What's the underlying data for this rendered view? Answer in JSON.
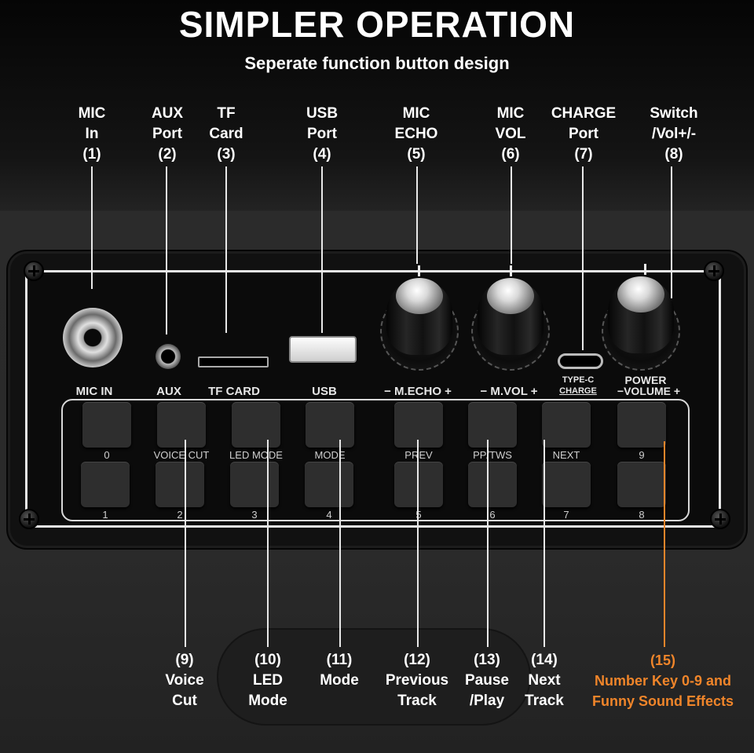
{
  "header": {
    "title": "SIMPLER OPERATION",
    "subtitle": "Seperate function button design"
  },
  "top_labels": [
    {
      "line1": "MIC",
      "line2": "In",
      "num": "(1)"
    },
    {
      "line1": "AUX",
      "line2": "Port",
      "num": "(2)"
    },
    {
      "line1": "TF",
      "line2": "Card",
      "num": "(3)"
    },
    {
      "line1": "USB",
      "line2": "Port",
      "num": "(4)"
    },
    {
      "line1": "MIC",
      "line2": "ECHO",
      "num": "(5)"
    },
    {
      "line1": "MIC",
      "line2": "VOL",
      "num": "(6)"
    },
    {
      "line1": "CHARGE",
      "line2": "Port",
      "num": "(7)"
    },
    {
      "line1": "Switch",
      "line2": "/Vol+/-",
      "num": "(8)"
    }
  ],
  "panel_labels": {
    "mic_in": "MIC IN",
    "aux": "AUX",
    "tf_card": "TF CARD",
    "usb": "USB",
    "m_echo": "− M.ECHO +",
    "m_vol": "− M.VOL +",
    "type_c": "TYPE-C",
    "charge": "CHARGE",
    "power": "POWER",
    "volume": "−VOLUME +"
  },
  "keys_top": [
    {
      "label": "0"
    },
    {
      "label": "VOICE CUT"
    },
    {
      "label": "LED MODE"
    },
    {
      "label": "MODE"
    },
    {
      "label": "PREV"
    },
    {
      "label": "PP/TWS"
    },
    {
      "label": "NEXT"
    },
    {
      "label": "9"
    }
  ],
  "keys_bottom": [
    {
      "label": "1"
    },
    {
      "label": "2"
    },
    {
      "label": "3"
    },
    {
      "label": "4"
    },
    {
      "label": "5"
    },
    {
      "label": "6"
    },
    {
      "label": "7"
    },
    {
      "label": "8"
    }
  ],
  "bottom_labels": [
    {
      "num": "(9)",
      "line1": "Voice",
      "line2": "Cut"
    },
    {
      "num": "(10)",
      "line1": "LED",
      "line2": "Mode"
    },
    {
      "num": "(11)",
      "line1": "Mode",
      "line2": ""
    },
    {
      "num": "(12)",
      "line1": "Previous",
      "line2": "Track"
    },
    {
      "num": "(13)",
      "line1": "Pause",
      "line2": "/Play"
    },
    {
      "num": "(14)",
      "line1": "Next",
      "line2": "Track"
    }
  ],
  "highlight_label": {
    "num": "(15)",
    "line1": "Number Key 0-9 and",
    "line2": "Funny Sound Effects",
    "color": "#f0852a"
  }
}
